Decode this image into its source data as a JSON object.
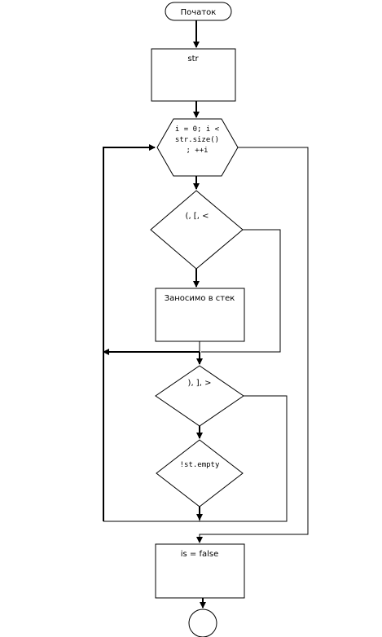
{
  "flowchart": {
    "start_label": "Початок",
    "input_label": "str",
    "loop_lines": [
      "i = 0; i <",
      "str.size()",
      "; ++i"
    ],
    "cond1_label": "(,  [, <",
    "push_label": "Заносимо в стек",
    "cond2_label": "), ], >",
    "cond3_label": "!st.empty",
    "result_label": "is = false"
  }
}
